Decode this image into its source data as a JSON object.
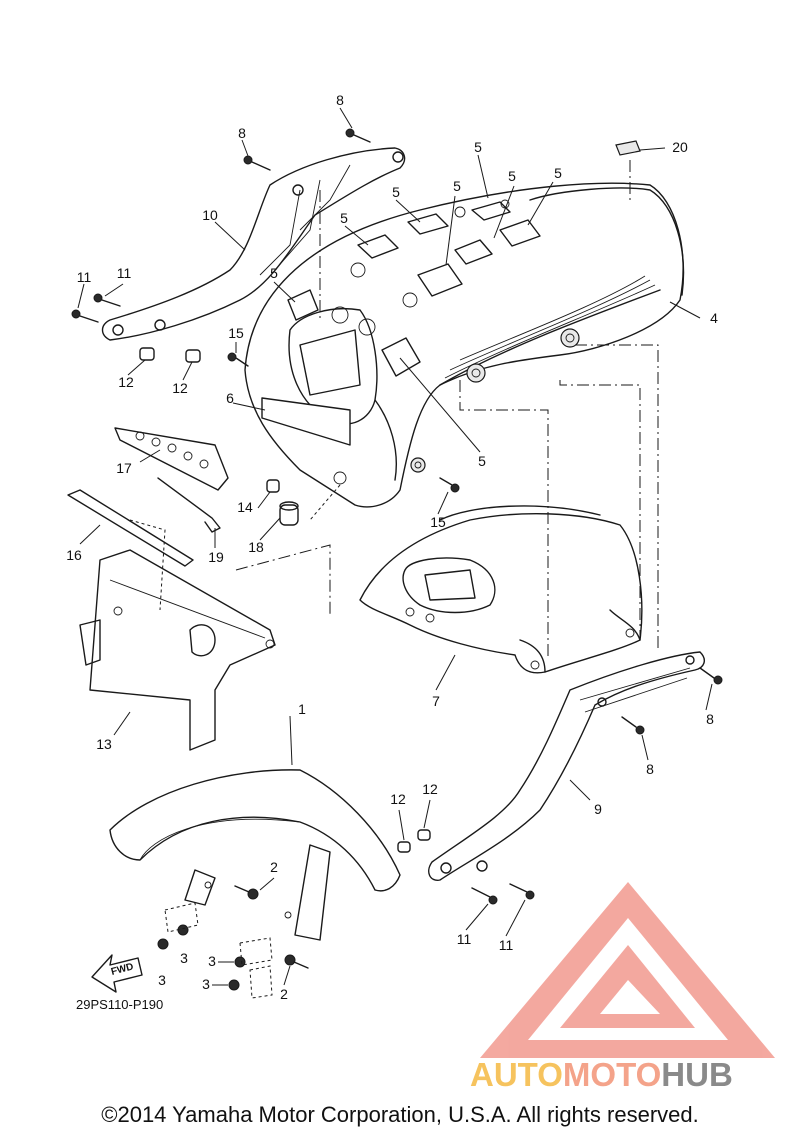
{
  "diagram": {
    "callouts": {
      "c1": "1",
      "c2a": "2",
      "c2b": "2",
      "c3a": "3",
      "c3b": "3",
      "c3c": "3",
      "c3d": "3",
      "c4": "4",
      "c5a": "5",
      "c5b": "5",
      "c5c": "5",
      "c5d": "5",
      "c5e": "5",
      "c5f": "5",
      "c5g": "5",
      "c6": "6",
      "c7": "7",
      "c8a": "8",
      "c8b": "8",
      "c8c": "8",
      "c8d": "8",
      "c9": "9",
      "c10": "10",
      "c11a": "11",
      "c11b": "11",
      "c11c": "11",
      "c11d": "11",
      "c12a": "12",
      "c12b": "12",
      "c12c": "12",
      "c12d": "12",
      "c13": "13",
      "c14": "14",
      "c15a": "15",
      "c15b": "15",
      "c16": "16",
      "c17": "17",
      "c18": "18",
      "c19": "19",
      "c20": "20"
    },
    "fwd_label": "FWD",
    "reference_code": "29PS110-P190"
  },
  "watermark": {
    "part1": "AUTO",
    "part2": "MOTO",
    "part3": "HUB",
    "colors": {
      "part1": "#f6c35e",
      "part2": "#f4a38a",
      "part3": "#8a8a8a",
      "logo": "#f08c80"
    }
  },
  "footer": {
    "copyright": "©2014 Yamaha Motor Corporation, U.S.A. All rights reserved."
  }
}
